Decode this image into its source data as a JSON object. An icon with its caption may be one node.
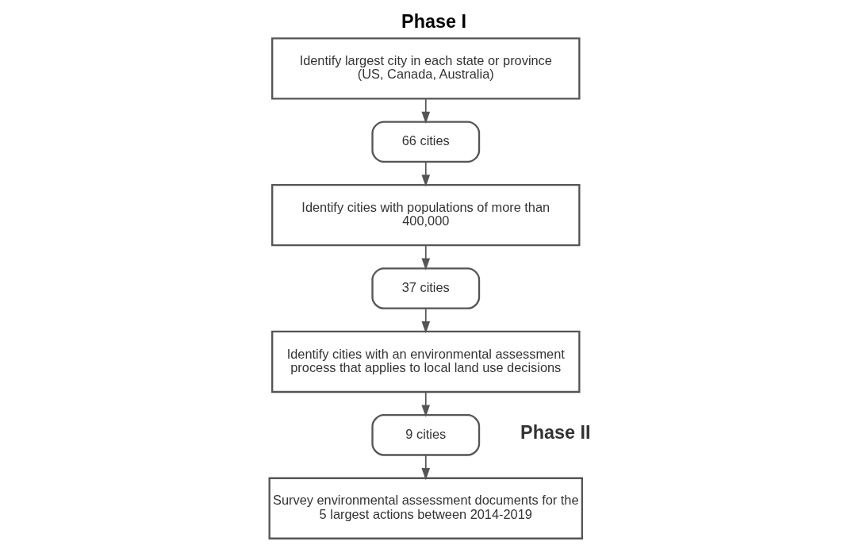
{
  "diagram": {
    "title": "Phase I",
    "nodes": [
      {
        "text": [
          "Identify largest city in each state or province (US, Canada, Australia)"
        ]
      },
      {
        "text": [
          "66 cities"
        ]
      },
      {
        "text": [
          "Identify cities with populations of more than 400,000"
        ]
      },
      {
        "text": [
          "37 cities"
        ]
      },
      {
        "text": [
          "Identify cities with an environmental assessment process that applies to local land use decisions"
        ]
      },
      {
        "text": [
          "9 cities"
        ]
      },
      {
        "text": [
          "Survey environmental assessment documents for the 5 largest actions between 2014-2019"
        ]
      }
    ],
    "edges": [
      {
        "from": 0,
        "to": 1,
        "arrow": "to"
      },
      {
        "from": 1,
        "to": 2,
        "arrow": "to"
      },
      {
        "from": 2,
        "to": 3,
        "arrow": "to"
      },
      {
        "from": 3,
        "to": 4,
        "arrow": "to"
      },
      {
        "from": 4,
        "to": 5,
        "arrow": "to"
      },
      {
        "from": 5,
        "to": 6,
        "arrow": "to"
      }
    ],
    "labels": [
      "Phase II"
    ]
  }
}
